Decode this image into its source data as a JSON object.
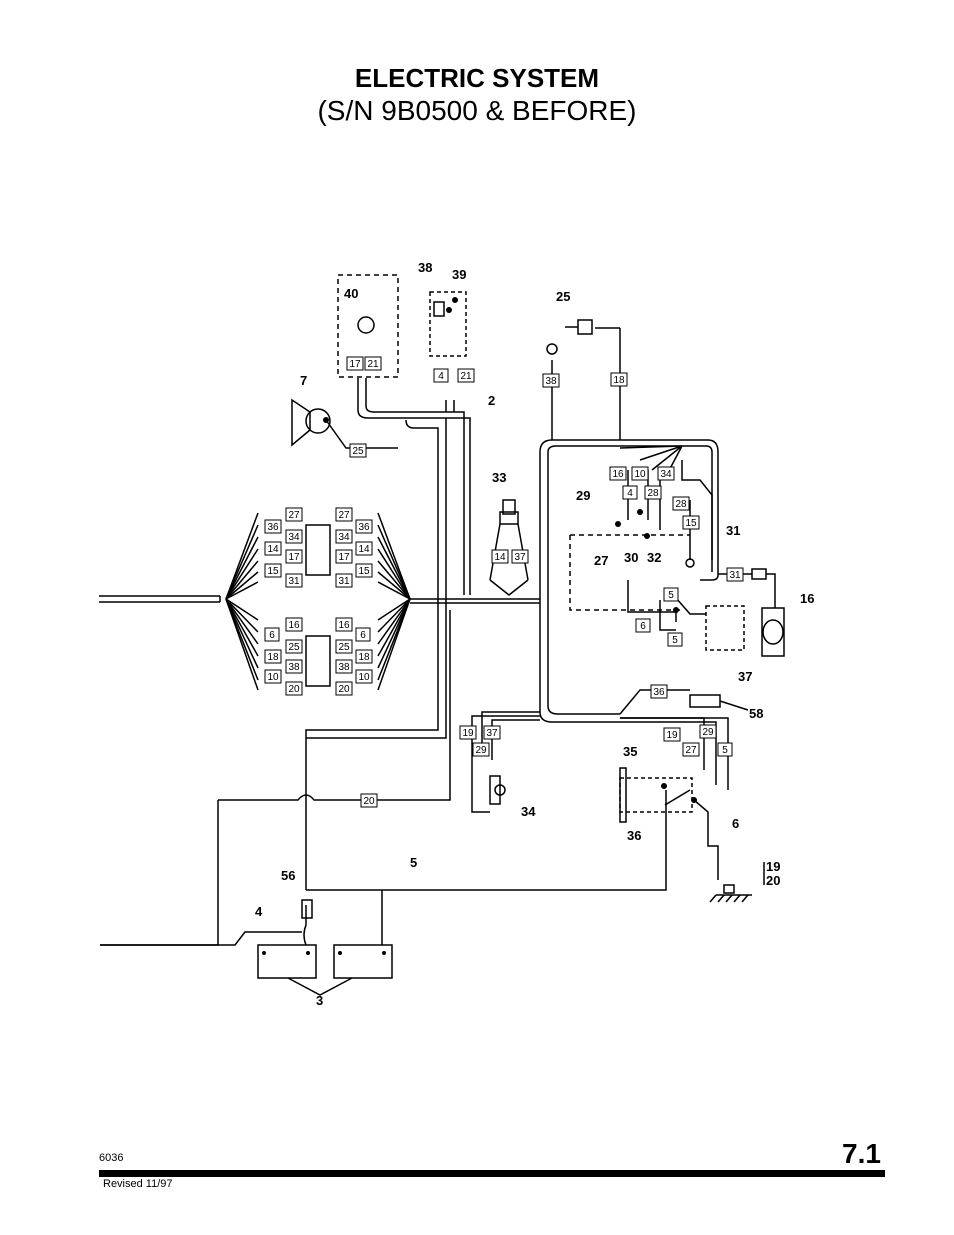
{
  "header": {
    "title": "ELECTRIC SYSTEM",
    "subtitle": "(S/N 9B0500 & BEFORE)"
  },
  "footer": {
    "code": "6036",
    "revised": "Revised  11/97",
    "page_number": "7.1"
  },
  "callouts": [
    "38",
    "39",
    "40",
    "25",
    "7",
    "2",
    "33",
    "29",
    "31",
    "27",
    "30",
    "32",
    "16",
    "37",
    "58",
    "35",
    "34",
    "36",
    "6",
    "5",
    "56",
    "4",
    "3",
    "19",
    "20"
  ],
  "wire_tags": {
    "cluster_left": [
      "27",
      "36",
      "34",
      "14",
      "17",
      "15",
      "31"
    ],
    "cluster_right": [
      "27",
      "36",
      "34",
      "14",
      "17",
      "15",
      "31"
    ],
    "cluster_left_low": [
      "16",
      "6",
      "25",
      "18",
      "38",
      "10",
      "20"
    ],
    "cluster_right_low": [
      "16",
      "6",
      "25",
      "18",
      "38",
      "10",
      "20"
    ],
    "panel_40": [
      "17",
      "21"
    ],
    "panel_38": [
      "4",
      "21"
    ],
    "tag_horn": "25",
    "tag_33": [
      "14",
      "37"
    ],
    "tag_38_stub": "38",
    "tag_18_stub": "18",
    "tag_upper_right": [
      "16",
      "10",
      "34",
      "4",
      "28",
      "28",
      "15"
    ],
    "tag_31": "31",
    "tag_motor": [
      "5",
      "6",
      "5"
    ],
    "tag_36": "36",
    "tag_34": [
      "19",
      "37",
      "29"
    ],
    "tag_35": [
      "19",
      "27",
      "29",
      "5"
    ],
    "tag_20": "20"
  }
}
